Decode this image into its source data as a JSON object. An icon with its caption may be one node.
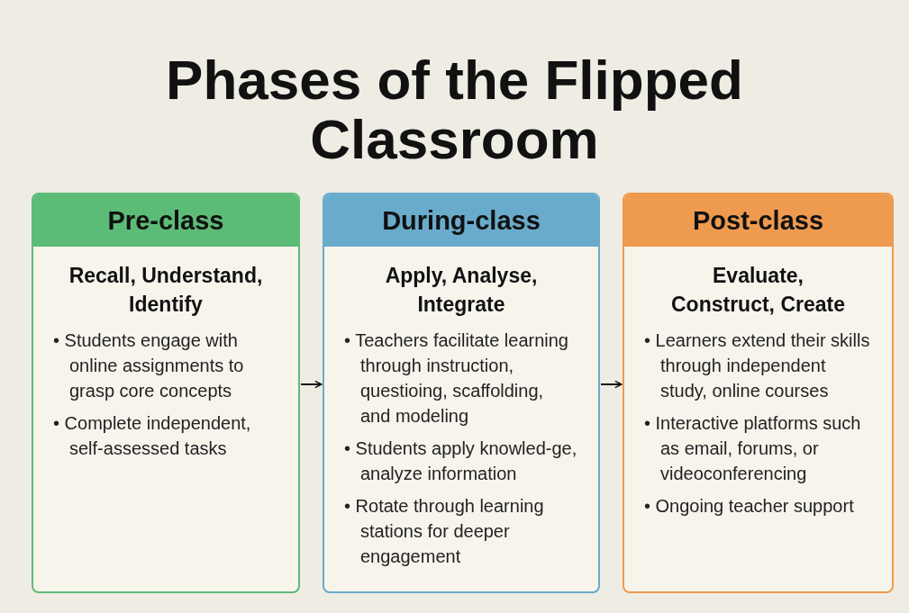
{
  "diagram": {
    "title": "Phases of the Flipped Classroom",
    "nodes": [
      {
        "text": [
          "Pre-class",
          "Recall, Understand, Identify",
          "• Students engage with online assignments to grasp core concepts",
          "• Complete independent, self-assessed tasks"
        ]
      },
      {
        "text": [
          "During-class",
          "Apply, Analyse, Integrate",
          "• Teachers facilitate learning through instruction, questioing, scaffolding, and modeling",
          "• Students apply knowled-ge, analyze information",
          "• Rotate through learning stations for deeper engagement"
        ]
      },
      {
        "text": [
          "Post-class",
          "Evaluate, Construct, Create",
          "• Learners extend their skills through independent study, online courses",
          "• Interactive platforms such as email, forums, or videoconferencing",
          "• Ongoing teacher support"
        ]
      }
    ],
    "edges": [
      {
        "from": 0,
        "to": 1,
        "arrow": "to"
      },
      {
        "from": 1,
        "to": 2,
        "arrow": "to"
      }
    ]
  }
}
